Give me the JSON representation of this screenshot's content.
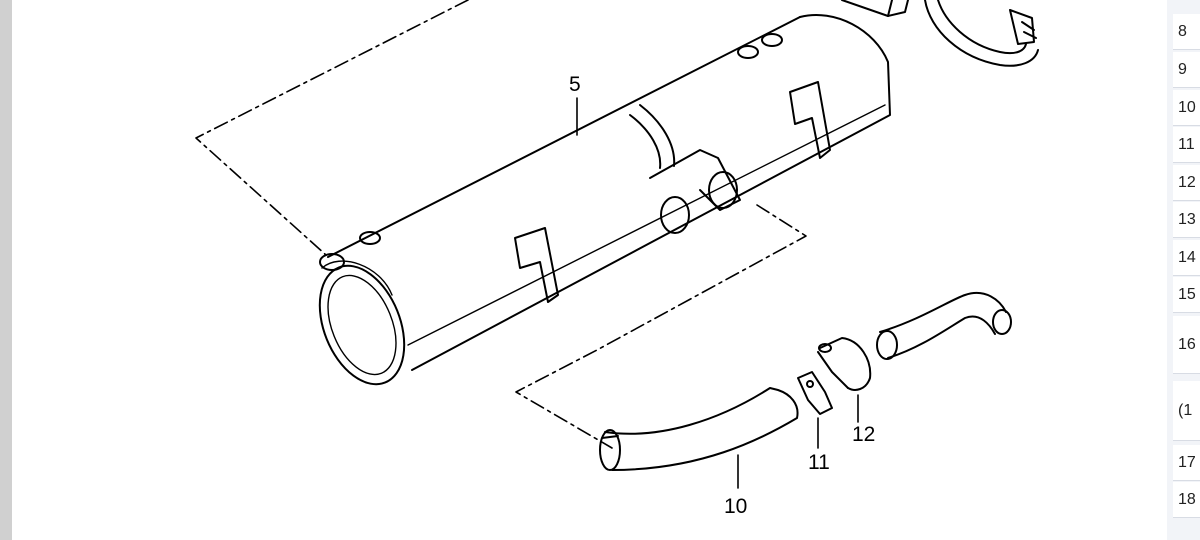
{
  "diagram": {
    "callouts": {
      "part5": "5",
      "part10": "10",
      "part11": "11",
      "part12": "12"
    }
  },
  "table": {
    "rows": [
      "8",
      "9",
      "10",
      "11",
      "12",
      "13",
      "14",
      "15",
      "16",
      "(1",
      "17",
      "18"
    ]
  },
  "colors": {
    "line": "#000000",
    "background": "#ffffff",
    "scrollbar": "#d0d0d0",
    "table_bg": "#f2f4f8"
  }
}
